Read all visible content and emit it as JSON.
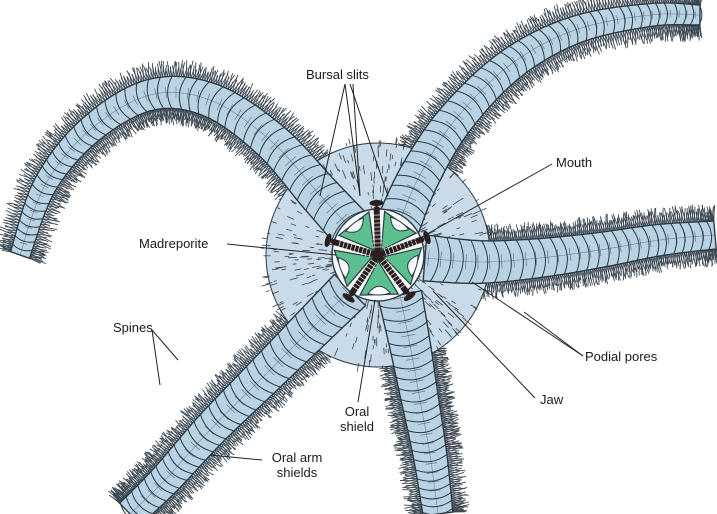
{
  "labels": {
    "bursal_slits": "Bursal slits",
    "mouth": "Mouth",
    "madreporite": "Madreporite",
    "spines": "Spines",
    "podial_pores": "Podial pores",
    "jaw": "Jaw",
    "oral_shield_line1": "Oral",
    "oral_shield_line2": "shield",
    "oral_arm_shields_line1": "Oral arm",
    "oral_arm_shields_line2": "shields"
  },
  "colors": {
    "arm_fill": "#b9d3e4",
    "arm_outline": "#2b3a44",
    "disc_fill": "#c9dbe8",
    "jaw_green": "#5cbf8f",
    "jaw_dark": "#2a1f1f",
    "oral_shield_white": "#f7f9fa",
    "spine_color": "#3a4650",
    "leader_line": "#222222"
  }
}
